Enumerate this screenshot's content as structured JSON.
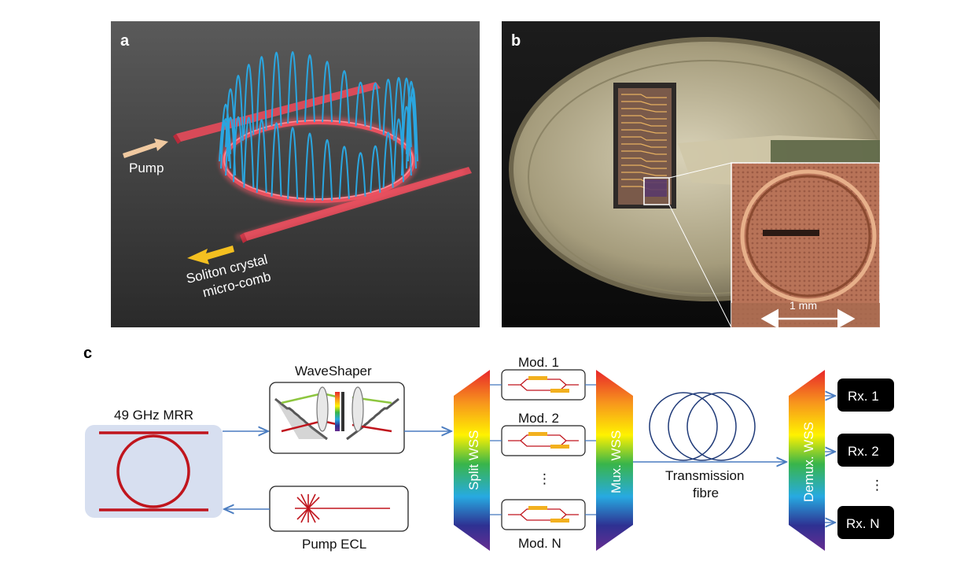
{
  "panels": {
    "a": {
      "letter": "a",
      "pump_label": "Pump",
      "output_label_line1": "Soliton crystal",
      "output_label_line2": "micro-comb"
    },
    "b": {
      "letter": "b",
      "scale_label": "1 mm"
    },
    "c": {
      "letter": "c",
      "mrr_label": "49 GHz MRR",
      "waveshaper_label": "WaveShaper",
      "pump_ecl_label": "Pump ECL",
      "split_wss_label": "Split WSS",
      "mux_wss_label": "Mux. WSS",
      "demux_wss_label": "Demux. WSS",
      "modulators": [
        "Mod. 1",
        "Mod. 2",
        "Mod. N"
      ],
      "mod_ellipsis": "⋮",
      "fibre_label_line1": "Transmission",
      "fibre_label_line2": "fibre",
      "receivers": [
        "Rx. 1",
        "Rx. 2",
        "Rx. N"
      ],
      "rx_ellipsis": "⋮"
    }
  },
  "colors": {
    "ring_blue": "#2aa6e0",
    "waveguide_red": "#c0151d",
    "arrow_blue": "#4a7cc0",
    "mrr_box_fill": "#d7dff0",
    "rx_fill": "#000000"
  }
}
